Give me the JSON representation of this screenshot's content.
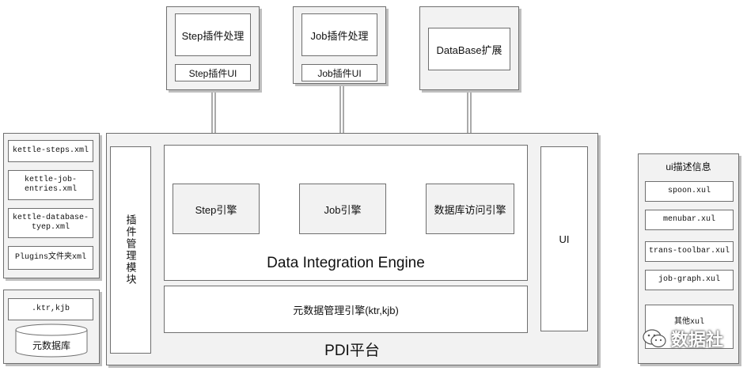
{
  "top_modules": [
    {
      "main": "Step插件处理",
      "sub": "Step插件UI"
    },
    {
      "main": "Job插件处理",
      "sub": "Job插件UI"
    },
    {
      "main": "DataBase扩展"
    }
  ],
  "left_files": [
    "kettle-steps.xml",
    "kettle-job-\nentries.xml",
    "kettle-database-\ntyep.xml",
    "Plugins文件夹xml"
  ],
  "left_bottom": {
    "file": ".ktr,kjb",
    "db": "元数据库"
  },
  "platform": {
    "label": "PDI平台",
    "plugin_manager": "插件管理模块",
    "engines": [
      "Step引擎",
      "Job引擎",
      "数据库访问引擎"
    ],
    "die": "Data Integration Engine",
    "meta": "元数据管理引擎(ktr,kjb)",
    "ui": "UI"
  },
  "ui_info": {
    "title": "ui描述信息",
    "files": [
      "spoon.xul",
      "menubar.xul",
      "trans-toolbar.xul",
      "job-graph.xul",
      "其他xul"
    ]
  },
  "watermark": "数据社"
}
